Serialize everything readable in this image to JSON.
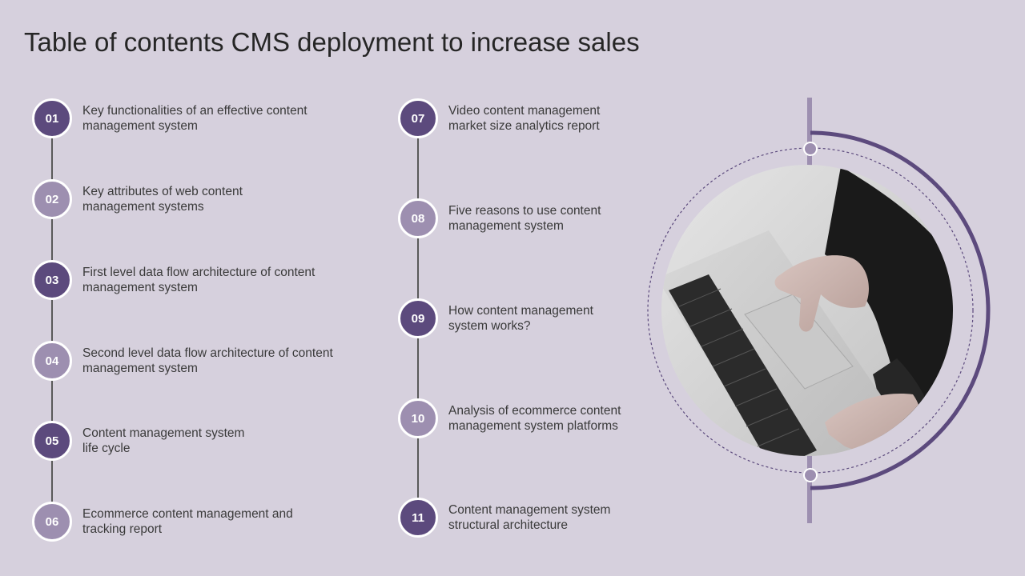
{
  "title": "Table of contents CMS deployment to increase sales",
  "colors": {
    "dark_badge": "#5c4a7d",
    "light_badge": "#9d8fb0",
    "background": "#d6d0dd",
    "accent_ring": "#5c4a7d"
  },
  "left_items": [
    {
      "number": "01",
      "label": "Key functionalities  of an effective content\nmanagement system",
      "style": "dark"
    },
    {
      "number": "02",
      "label": "Key attributes of web content\nmanagement systems",
      "style": "light"
    },
    {
      "number": "03",
      "label": "First level data flow architecture  of content\nmanagement system",
      "style": "dark"
    },
    {
      "number": "04",
      "label": "Second level  data flow architecture  of content\nmanagement system",
      "style": "light"
    },
    {
      "number": "05",
      "label": "Content management system\nlife cycle",
      "style": "dark"
    },
    {
      "number": "06",
      "label": "Ecommerce content management and\ntracking report",
      "style": "light"
    }
  ],
  "mid_items": [
    {
      "number": "07",
      "label": "Video content management\nmarket size analytics report",
      "style": "dark"
    },
    {
      "number": "08",
      "label": "Five reasons to use content\nmanagement system",
      "style": "light"
    },
    {
      "number": "09",
      "label": "How content management\nsystem works?",
      "style": "dark"
    },
    {
      "number": "10",
      "label": "Analysis of ecommerce content\nmanagement system platforms",
      "style": "light"
    },
    {
      "number": "11",
      "label": "Content management system\nstructural architecture",
      "style": "dark"
    }
  ],
  "image_icon": "laptop-typing-photo"
}
